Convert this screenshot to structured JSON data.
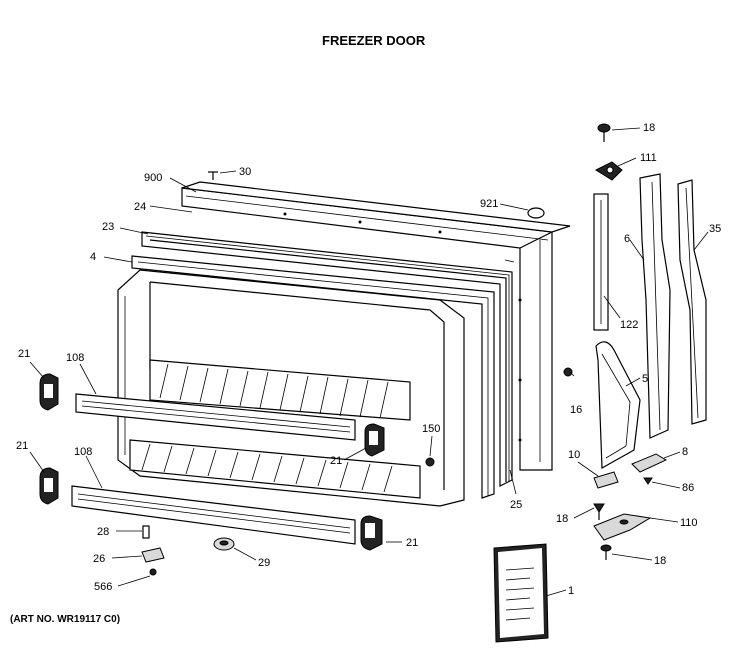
{
  "title": "FREEZER DOOR",
  "art_number": "(ART NO. WR19117 C0)",
  "callouts": {
    "c18a": "18",
    "c111": "111",
    "c900": "900",
    "c30": "30",
    "c921": "921",
    "c24": "24",
    "c6": "6",
    "c35": "35",
    "c23": "23",
    "c4": "4",
    "c122": "122",
    "c21a": "21",
    "c108a": "108",
    "c16": "16",
    "c5": "5",
    "c150": "150",
    "c21b": "21",
    "c10": "10",
    "c8": "8",
    "c21c": "21",
    "c108b": "108",
    "c86": "86",
    "c25": "25",
    "c18b": "18",
    "c110": "110",
    "c28": "28",
    "c21d": "21",
    "c26": "26",
    "c29": "29",
    "c18c": "18",
    "c566": "566",
    "c1": "1"
  }
}
